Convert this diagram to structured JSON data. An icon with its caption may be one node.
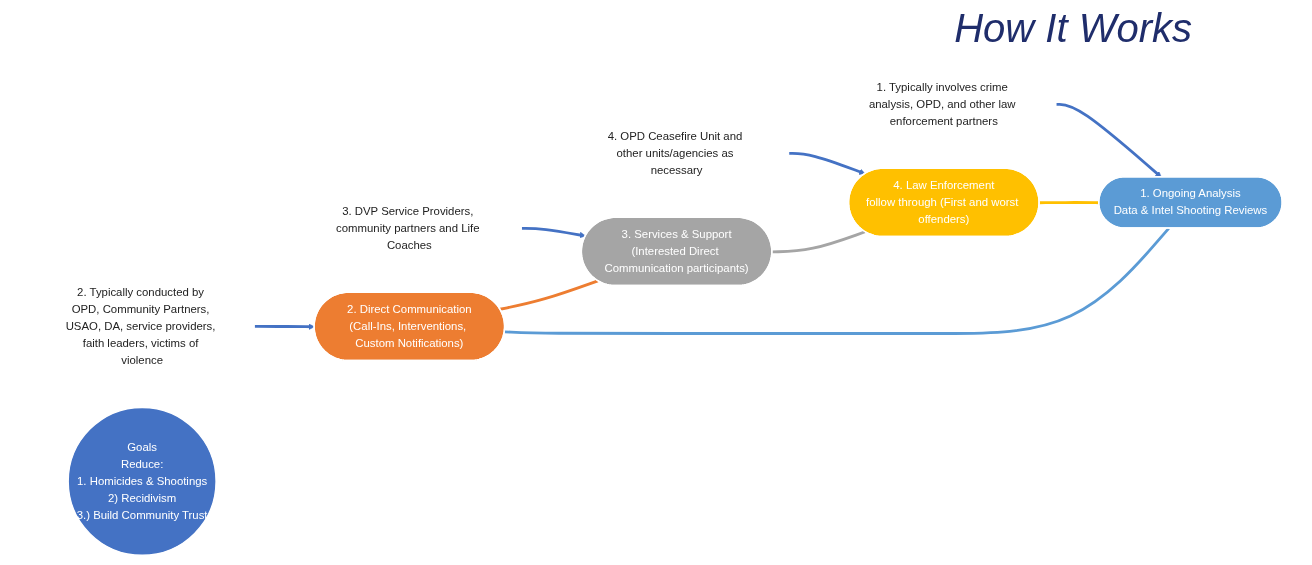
{
  "diagram": {
    "title": "How It Works",
    "nodes": [
      {
        "text": [
          "2. Typically conducted by OPD, Community Partners, USAO, DA, service providers, faith leaders, victims of violence"
        ]
      },
      {
        "text": [
          "2. Direct Communication",
          "(Call-Ins, Interventions, Custom Notifications)"
        ]
      },
      {
        "text": [
          "1. Typically involves crime analysis, OPD, and other law enforcement partners"
        ]
      },
      {
        "text": [
          "1. Ongoing Analysis",
          "Data & Intel Shooting Reviews"
        ]
      },
      {
        "text": [
          "Goals",
          "Reduce:",
          "1. Homicides & Shootings",
          "2) Recidivism",
          "3.) Build Community Trust"
        ]
      },
      {
        "text": [
          "3. Services & Support",
          "(Interested Direct Communication participants)"
        ]
      },
      {
        "text": [
          "3. DVP Service Providers, community partners and Life Coaches"
        ]
      },
      {
        "text": [
          "4. Law Enforcement",
          "follow through (First and worst offenders)"
        ]
      },
      {
        "text": [
          "4. OPD Ceasefire Unit and other units/agencies as necessary"
        ]
      }
    ],
    "edges": [
      {
        "from": 0,
        "to": 1,
        "arrow": "to",
        "color": "#4472c4"
      },
      {
        "from": 2,
        "to": 3,
        "arrow": "to",
        "color": "#4472c4"
      },
      {
        "from": 6,
        "to": 5,
        "arrow": "to",
        "color": "#4472c4"
      },
      {
        "from": 8,
        "to": 7,
        "arrow": "to",
        "color": "#4472c4"
      },
      {
        "from": 3,
        "to": 1,
        "arrow": "none",
        "color": "#5b9bd5"
      },
      {
        "from": 1,
        "to": 5,
        "arrow": "none",
        "color": "#ed7d31"
      },
      {
        "from": 5,
        "to": 7,
        "arrow": "none",
        "color": "#a5a5a5"
      },
      {
        "from": 7,
        "to": 3,
        "arrow": "none",
        "color": "#ffc000"
      }
    ]
  }
}
